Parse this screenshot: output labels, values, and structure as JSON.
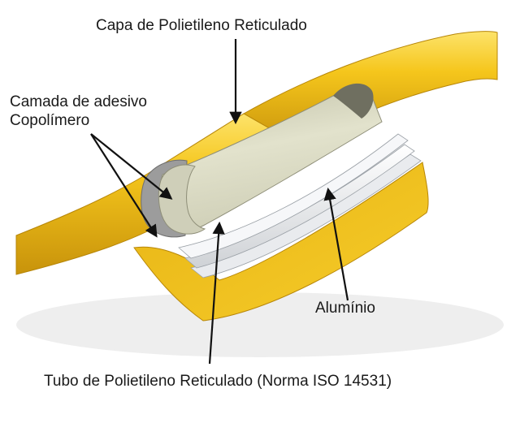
{
  "labels": {
    "outer_layer": "Capa de Polietileno Reticulado",
    "adhesive_line1": "Camada de adesivo",
    "adhesive_line2": "Copolímero",
    "aluminium": "Alumínio",
    "inner_tube": "Tubo de Polietileno Reticulado (Norma ISO 14531)"
  },
  "colors": {
    "outer_jacket": "#f2c21a",
    "outer_jacket_shadow": "#c9950a",
    "inner_tube": "#dcdcc4",
    "aluminium": "#f4f4f6",
    "adhesive": "#a8a8a8",
    "arrow": "#111111"
  }
}
